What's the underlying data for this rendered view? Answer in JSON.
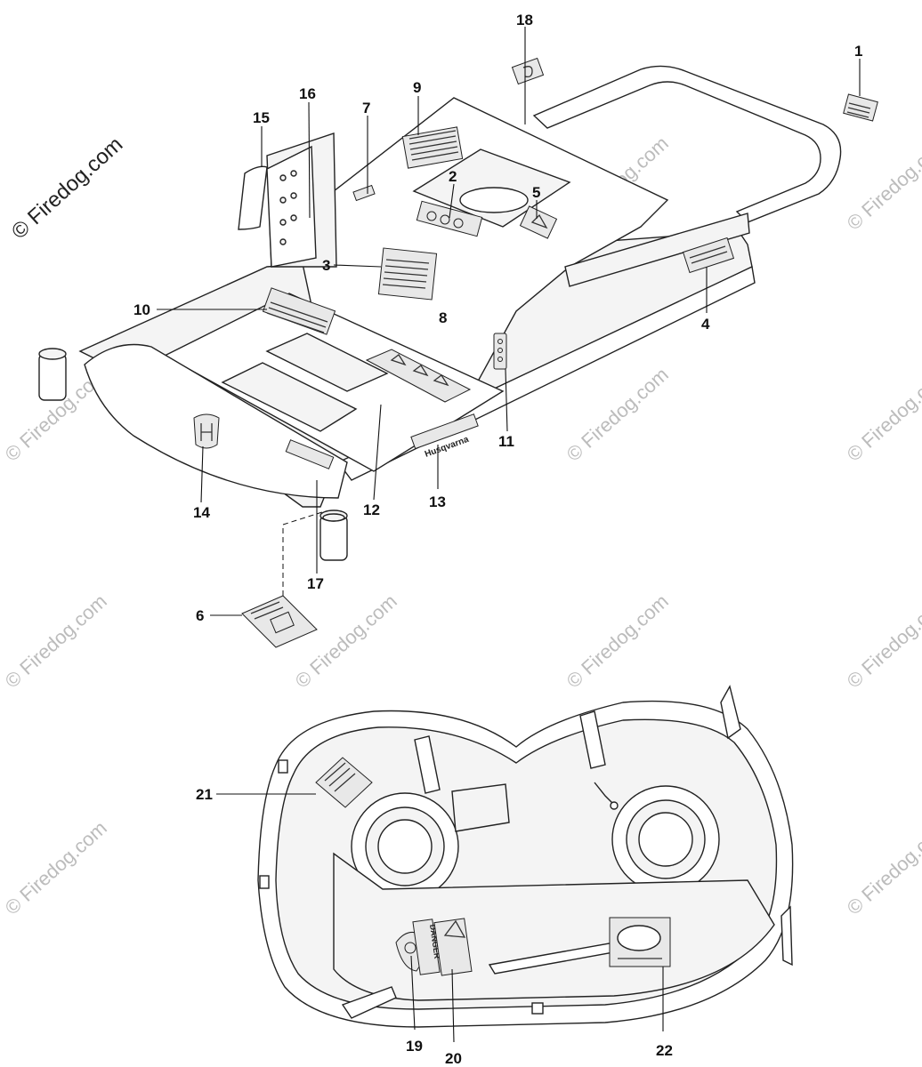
{
  "watermark": {
    "main": "© Firedog.com",
    "tile": "© Firedog.com"
  },
  "callouts": {
    "c1": "1",
    "c2": "2",
    "c3": "3",
    "c4": "4",
    "c5": "5",
    "c6": "6",
    "c7": "7",
    "c8": "8",
    "c9": "9",
    "c10": "10",
    "c11": "11",
    "c12": "12",
    "c13": "13",
    "c14": "14",
    "c15": "15",
    "c16": "16",
    "c17": "17",
    "c18": "18",
    "c19": "19",
    "c20": "20",
    "c21": "21",
    "c22": "22"
  },
  "decal_text": {
    "brand": "Husqvarna",
    "danger": "DANGER"
  }
}
